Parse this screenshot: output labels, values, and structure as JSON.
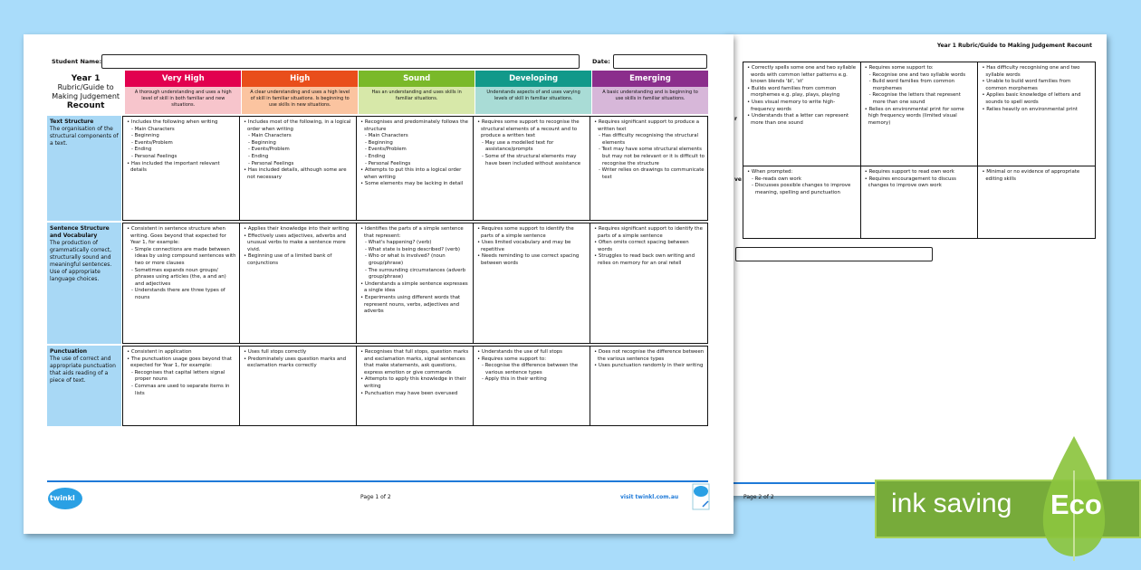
{
  "colors": {
    "background": "#a9dcfa",
    "label_column": "#a8d8f5",
    "footer_line": "#1f7ad8",
    "eco_green": "#77ab3a"
  },
  "page2": {
    "header": "Year 1 Rubric/Guide to Making Judgement Recount",
    "stubs": [
      "r",
      "ve"
    ],
    "rows": [
      [
        [
          {
            "t": "Correctly spells some one and two syllable words with common letter patterns e.g. known blends 'bl', 'st'"
          },
          {
            "t": "Builds word families from common morphemes e.g. play, plays, playing"
          },
          {
            "t": "Uses visual memory to write high-frequency words"
          },
          {
            "t": "Understands that a letter can represent more than one sound"
          }
        ],
        [
          {
            "t": "Requires some support to:"
          },
          {
            "t": "Recognise one and two syllable words",
            "s": 1
          },
          {
            "t": "Build word families from common morphemes",
            "s": 1
          },
          {
            "t": "Recognise the letters that represent more than one sound",
            "s": 1
          },
          {
            "t": "Relies on environmental print for some high frequency words (limited visual memory)"
          }
        ],
        [
          {
            "t": "Has difficulty recognising one and two syllable words"
          },
          {
            "t": "Unable to build word families from common morphemes"
          },
          {
            "t": "Applies basic knowledge of letters and sounds to spell words"
          },
          {
            "t": "Relies heavily on environmental print"
          }
        ]
      ],
      [
        [
          {
            "t": "When prompted:"
          },
          {
            "t": "Re-reads own work",
            "s": 1
          },
          {
            "t": "Discusses possible changes to improve meaning, spelling and punctuation",
            "s": 1
          }
        ],
        [
          {
            "t": "Requires support to read own work"
          },
          {
            "t": "Requires encouragement to discuss changes to improve own work"
          }
        ],
        [
          {
            "t": "Minimal or no evidence of appropriate editing skills"
          }
        ]
      ]
    ],
    "footer": {
      "page": "Page 2 of 2"
    }
  },
  "page1": {
    "student_label": "Student Name:",
    "date_label": "Date:",
    "title": {
      "line1": "Year 1",
      "line2": "Rubric/Guide to Making Judgement",
      "line3": "Recount"
    },
    "levels": [
      {
        "name": "Very High",
        "color": "#e2004f",
        "bg": "#f7c5cc",
        "desc": "A thorough understanding and uses a high level of skill in both familiar and new situations."
      },
      {
        "name": "High",
        "color": "#e94e1b",
        "bg": "#fbc4a0",
        "desc": "A clear understanding and uses a high level of skill in familiar situations. Is beginning to use skills in new situations."
      },
      {
        "name": "Sound",
        "color": "#7ab929",
        "bg": "#d7e8a9",
        "desc": "Has an understanding and uses skills in familiar situations."
      },
      {
        "name": "Developing",
        "color": "#12998a",
        "bg": "#a9dcd6",
        "desc": "Understands aspects of and uses varying levels of skill in familiar situations."
      },
      {
        "name": "Emerging",
        "color": "#8b2e8c",
        "bg": "#d7b7d9",
        "desc": "A basic understanding and is beginning to use skills in familiar situations."
      }
    ],
    "rows": [
      {
        "title": "Text Structure",
        "desc": "The organisation of the structural components of a text.",
        "cells": [
          [
            {
              "t": "Includes the following when writing"
            },
            {
              "t": "Main Characters",
              "s": 1
            },
            {
              "t": "Beginning",
              "s": 1
            },
            {
              "t": "Events/Problem",
              "s": 1
            },
            {
              "t": "Ending",
              "s": 1
            },
            {
              "t": "Personal Feelings",
              "s": 1
            },
            {
              "t": "Has included the important relevant details"
            }
          ],
          [
            {
              "t": "Includes most of the following, in a logical order when writing"
            },
            {
              "t": "Main Characters",
              "s": 1
            },
            {
              "t": "Beginning",
              "s": 1
            },
            {
              "t": "Events/Problem",
              "s": 1
            },
            {
              "t": "Ending",
              "s": 1
            },
            {
              "t": "Personal Feelings",
              "s": 1
            },
            {
              "t": "Has included details, although some are not necessary"
            }
          ],
          [
            {
              "t": "Recognises and predominately follows the structure"
            },
            {
              "t": "Main Characters",
              "s": 1
            },
            {
              "t": "Beginning",
              "s": 1
            },
            {
              "t": "Events/Problem",
              "s": 1
            },
            {
              "t": "Ending",
              "s": 1
            },
            {
              "t": "Personal Feelings",
              "s": 1
            },
            {
              "t": "Attempts to put this into a logical order when writing"
            },
            {
              "t": "Some elements may be lacking in detail"
            }
          ],
          [
            {
              "t": "Requires some support to recognise the structural elements of a recount and to produce a written text"
            },
            {
              "t": "May use a modelled text for assistance/prompts",
              "s": 1
            },
            {
              "t": "Some of the structural elements may have been included without assistance",
              "s": 1
            }
          ],
          [
            {
              "t": "Requires significant support to produce a written text"
            },
            {
              "t": "Has difficulty recognising the structural elements",
              "s": 1
            },
            {
              "t": "Text may have some structural elements but may not be relevant or it is difficult to recognise the structure",
              "s": 1
            },
            {
              "t": "Writer relies on drawings to communicate text",
              "s": 1
            }
          ]
        ]
      },
      {
        "title": "Sentence Structure and Vocabulary",
        "desc": "The production of grammatically correct, structurally sound and meaningful sentences. Use of appropriate language choices.",
        "cells": [
          [
            {
              "t": "Consistent in sentence structure when writing. Goes beyond that expected for Year 1, for example:"
            },
            {
              "t": "Simple connections are made between ideas by using compound sentences with two or more clauses",
              "s": 1
            },
            {
              "t": "Sometimes expands noun groups/ phrases using articles (the, a and an) and adjectives",
              "s": 1
            },
            {
              "t": "Understands there are three types of nouns",
              "s": 1
            }
          ],
          [
            {
              "t": "Applies their knowledge into their writing"
            },
            {
              "t": "Effectively uses adjectives, adverbs and unusual verbs to make a sentence more vivid."
            },
            {
              "t": "Beginning use of a limited bank of conjunctions"
            }
          ],
          [
            {
              "t": "Identifies the parts of a simple sentence that represent:"
            },
            {
              "t": "What's happening? (verb)",
              "s": 1
            },
            {
              "t": "What state is being described? (verb)",
              "s": 1
            },
            {
              "t": "Who or what is involved? (noun group/phrase)",
              "s": 1
            },
            {
              "t": "The surrounding circumstances (adverb group/phrase)",
              "s": 1
            },
            {
              "t": "Understands a simple sentence expresses a single idea"
            },
            {
              "t": "Experiments using different words that represent nouns, verbs, adjectives and adverbs"
            }
          ],
          [
            {
              "t": "Requires some support to identify the parts of a simple sentence"
            },
            {
              "t": "Uses limited vocabulary and may be repetitive"
            },
            {
              "t": "Needs reminding to use correct spacing between words"
            }
          ],
          [
            {
              "t": "Requires significant support to identify the parts of a simple sentence"
            },
            {
              "t": "Often omits correct spacing between words"
            },
            {
              "t": "Struggles to read back own writing and relies on memory for an oral retell"
            }
          ]
        ]
      },
      {
        "title": "Punctuation",
        "desc": "The use of correct and appropriate punctuation that aids reading of a piece of text.",
        "cells": [
          [
            {
              "t": "Consistent in application"
            },
            {
              "t": "The punctuation usage goes beyond that expected for Year 1, for example:"
            },
            {
              "t": "Recognises that capital letters signal proper nouns",
              "s": 1
            },
            {
              "t": "Commas are used to separate items in lists",
              "s": 1
            }
          ],
          [
            {
              "t": "Uses full stops correctly"
            },
            {
              "t": "Predominately uses question marks and exclamation marks correctly"
            }
          ],
          [
            {
              "t": "Recognises that full stops, question marks and exclamation marks, signal sentences that make statements, ask questions, express emotion or give commands"
            },
            {
              "t": "Attempts to apply this knowledge in their writing"
            },
            {
              "t": "Punctuation may have been overused"
            }
          ],
          [
            {
              "t": "Understands the use of full stops"
            },
            {
              "t": "Requires some support to:"
            },
            {
              "t": "Recognise the difference between the various sentence types",
              "s": 1
            },
            {
              "t": "Apply this in their writing",
              "s": 1
            }
          ],
          [
            {
              "t": "Does not recognise the difference between the various sentence types"
            },
            {
              "t": "Uses punctuation randomly in their writing"
            }
          ]
        ]
      }
    ],
    "footer": {
      "logo": "twinkl",
      "page": "Page 1 of 2",
      "link": "visit twinkl.com.au"
    }
  },
  "badge": {
    "text": "ink saving",
    "eco": "Eco"
  }
}
